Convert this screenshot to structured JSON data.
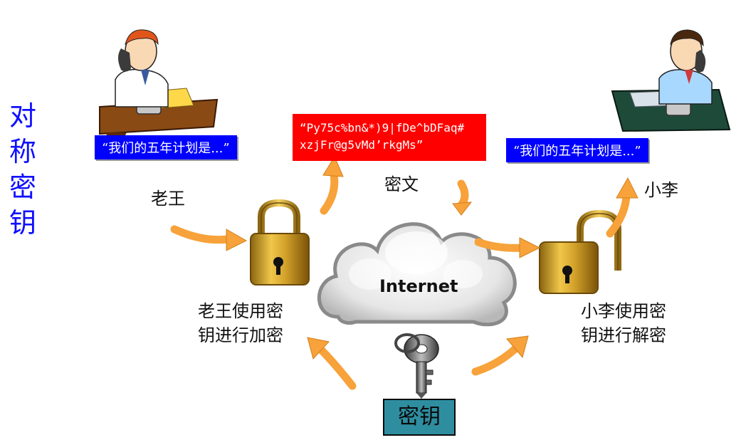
{
  "title_chars": [
    "对",
    "称",
    "密",
    "钥"
  ],
  "left_quote": "“我们的五年计划是...”",
  "right_quote": "“我们的五年计划是...”",
  "ciphertext": [
    "“Py75c%bn&*)9|fDe^bDFaq#",
    "xzjFr@g5vMd’rkgMs”"
  ],
  "cipher_label": "密文",
  "sender_name": "老王",
  "receiver_name": "小李",
  "encrypt_caption": [
    "老王使用密",
    "钥进行加密"
  ],
  "decrypt_caption": [
    "小李使用密",
    "钥进行解密"
  ],
  "cloud_label": "Internet",
  "key_label": "密钥",
  "colors": {
    "title": "#1010ff",
    "quote_bg": "#0000ff",
    "cipher_bg": "#ff0000",
    "arrow": "#f7a23a",
    "lock_gold": "#c99a1e",
    "key_box": "#2e8ea0"
  }
}
